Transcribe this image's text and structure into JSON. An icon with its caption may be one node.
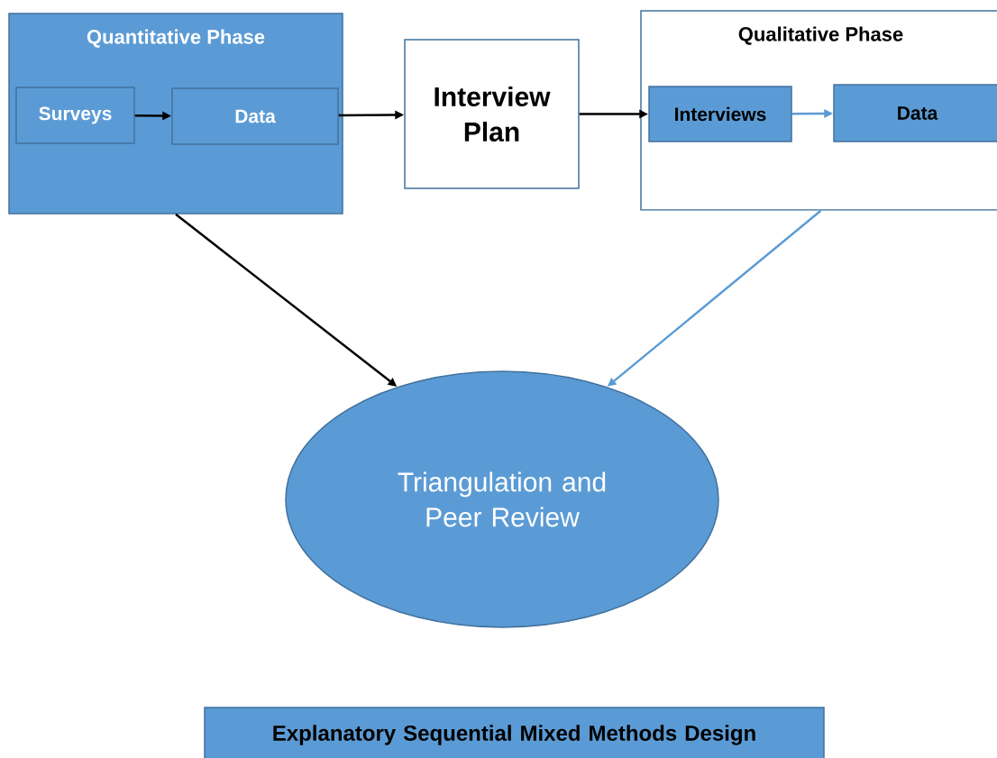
{
  "diagram": {
    "nodes": [
      {
        "text": [
          "Quantitative Phase"
        ]
      },
      {
        "text": [
          "Surveys"
        ],
        "in": 0
      },
      {
        "text": [
          "Data"
        ],
        "in": 0
      },
      {
        "text": [
          "Interview Plan"
        ]
      },
      {
        "text": [
          "Qualitative Phase"
        ]
      },
      {
        "text": [
          "Interviews"
        ],
        "in": 4
      },
      {
        "text": [
          "Data"
        ],
        "in": 4
      },
      {
        "text": [
          "Triangulation and Peer Review"
        ]
      },
      {
        "text": [
          "Explanatory Sequential Mixed Methods Design"
        ]
      }
    ],
    "edges": [
      {
        "from": 1,
        "to": 2,
        "arrow": "to"
      },
      {
        "from": 2,
        "to": 3,
        "arrow": "to"
      },
      {
        "from": 3,
        "to": 5,
        "arrow": "to"
      },
      {
        "from": 5,
        "to": 6,
        "arrow": "to",
        "color": "#5b9bd5"
      },
      {
        "from": 0,
        "to": 7,
        "arrow": "to"
      },
      {
        "from": 4,
        "to": 7,
        "arrow": "to",
        "color": "#5b9bd5"
      }
    ]
  }
}
